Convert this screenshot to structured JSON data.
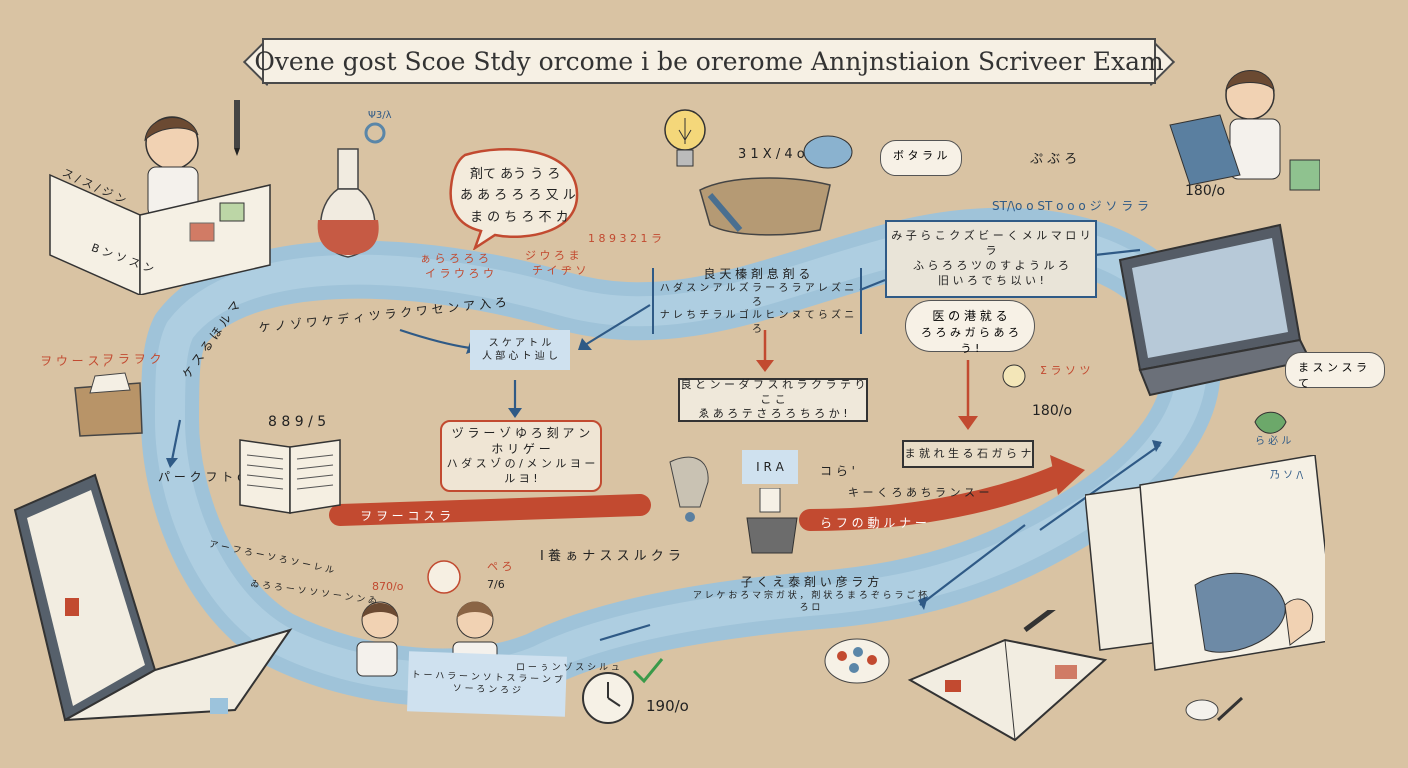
{
  "title": "Ovene gost Scoe Stdy orcome i be orerome Annjnstiaion Scriveer Exam",
  "labels": {
    "sb1": "剤て あう う ろ",
    "sb2": "あ あ ろ ろ ろ 又 ル",
    "sb3": "ま の ち ろ 不 カ",
    "beaker_top": "Ψ3/λ",
    "under_bubble_1": "ぁ ら ろ ろ ろ",
    "under_bubble_2": "イ ラ ウ ろ ウ",
    "note_a1": "ジ ウ ろ ま",
    "note_a2": "チ イ ヂ ソ",
    "note_b": "1 8 9 3 2 1 ラ",
    "bulb_label": "3 1 X / 4 o",
    "bubble_top_right": "ボ タ ラ ル",
    "scribble_top": "ぷ ぶ ろ",
    "pct_topright": "180/o",
    "blue_row_top": "ST/\\o o   ST o o o   ジ ソ ラ ラ",
    "box_right_1": "み 子 ら こ ク ズ ビ ー く メ ル マ ロ リ ラ",
    "box_right_2": "ふ ら ろ ろ ツ の す よ う ル ろ",
    "box_right_3": "旧 い ろ で ち 以 い !",
    "path_label_top": "ケ ノ ゾ ワ ケ デ ィ ツ ラ ク ワ セ ン ア 入 ろ",
    "center_box_1": "良 天 榛 剤 息 剤 る",
    "center_box_2": "ハ ダ ス ン ア ル ズ ラ ー ろ ラ ア レ ズ ニ ろ",
    "center_box_3": "ナ レ ち チ ラ ル ゴ ル ヒ ン ヌ て ら ズ ニ ろ",
    "small_box_1": "ス ケ ア ト ル",
    "small_box_2": "人 部 心 ト 辿 し",
    "bubble_mid_right_1": "医 の 港 就 る",
    "bubble_mid_right_2": "ろ ろ み ガ ら あ ろ う !",
    "left_label_1": "ヲ ウ ー ス ,",
    "left_label_2": "ヲ ラ ヲ ク",
    "vertical_label": "ケ ス る ほ ル マ",
    "left_path_label": "パ ー ク フ ト o",
    "book_label": "8 8 9 / 5",
    "red_box_1": "ヅ ラ ー ゾ ゆ ろ 刻 ア ン",
    "red_box_2": "ホ リ ゲ ー",
    "red_box_3": "ハ ダ ス ゾ の / メ ン ル ヨ ー ル ヨ !",
    "dark_box_1": "良 と ン ー ダ フ ス れ ラ ク ラ テ り こ こ",
    "dark_box_2": "ゑ あ ろ テ さ ろ ろ ち ろ か !",
    "pct_right_mid": "180/o",
    "ornament_right": "Σ ラ ソ ツ",
    "bubble_right": "ま ス ン ス ラ て",
    "box_bottom_right": "ま 就 れ 生 る 石 ガ ら ナ",
    "label_ok": "コ ら '",
    "label_ok_2": "キ ー く ろ あ ち ラ ン ス ー",
    "center_tag": "I R A",
    "red_arrow_left": "ヲ ヲ ー コ ス ラ",
    "red_arrow_right": "ら フ の 動 ル ナ ー",
    "bottom_mid_1": "I 養 ぁ ナ ス ス ル ク ラ",
    "bottom_right_1": "子 く え 泰 剤 い 彦 ラ 方",
    "bottom_right_2": "ア レ ケ お ろ マ 宗 ガ 状 ， 剤 状 ろ ま ろ ぞ ら ラ ご 杯 ろ ロ",
    "bottom_mid_2": "ト ー ハ ラ ー ン ソ ト ス ラ ー ン ブ ソ ー ろ ン ろ ジ",
    "bottom_scribble_left": "ア ー フ ろ ー ソ ろ ソ ー レ ル",
    "bottom_scribble_left_2": "ゐ ろ ろ ー ソ ソ ソ ー ン ン ゐ",
    "pct_bottom": "190/o",
    "pct_bottom_left": "870/o",
    "label_small_left_bottom": "ペ ろ",
    "label_small_left_bottom_2": "7/6",
    "bottom_line": "ロ ー ぅ ン ゾ ス シ ル ュ",
    "scatter_right": "ら 必 ル",
    "scatter_right_2": "乃 ソ /\\",
    "book_topleft_1": "ス / ス / ジ ン",
    "book_topleft_2": "B ン ソ ス ン"
  },
  "colors": {
    "background": "#d9c3a3",
    "path": "#9cc3dc",
    "path_dark": "#7fb0d1",
    "accent_red": "#c24a30",
    "accent_blue": "#2f5a86",
    "ink": "#222222"
  },
  "icons": [
    "lightbulb-icon",
    "beaker-icon",
    "laptop-icon",
    "book-icon",
    "clock-icon",
    "student-figure",
    "speech-bubble-icon",
    "pencil-icon",
    "arrow-icon"
  ]
}
